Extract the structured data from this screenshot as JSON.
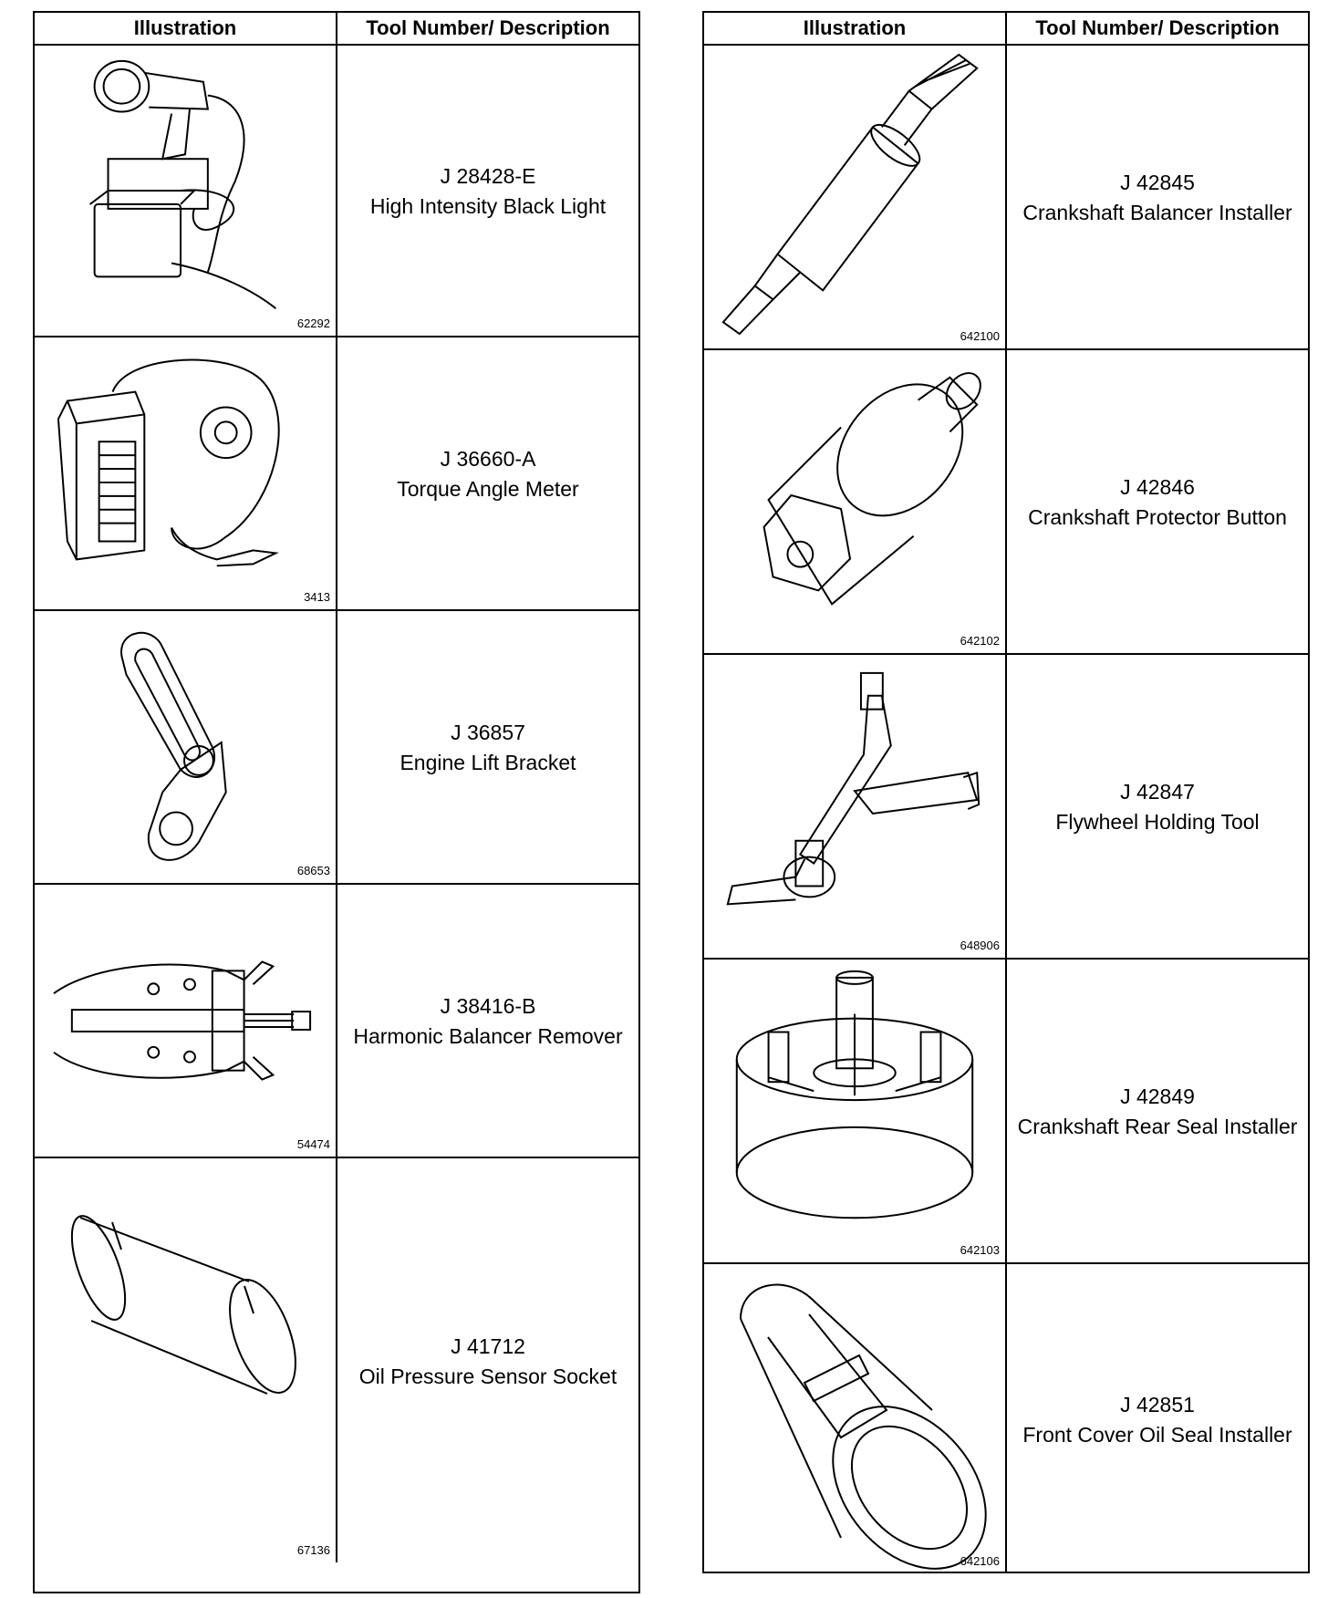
{
  "left_table": {
    "headers": {
      "illustration": "Illustration",
      "description": "Tool Number/ Description"
    },
    "rows": [
      {
        "fig": "62292",
        "number": "J 28428-E",
        "name": "High Intensity Black Light",
        "icon": "black-light-icon"
      },
      {
        "fig": "3413",
        "number": "J 36660-A",
        "name": "Torque Angle Meter",
        "icon": "torque-angle-meter-icon"
      },
      {
        "fig": "68653",
        "number": "J 36857",
        "name": "Engine Lift Bracket",
        "icon": "lift-bracket-icon"
      },
      {
        "fig": "54474",
        "number": "J 38416-B",
        "name": "Harmonic Balancer Remover",
        "icon": "balancer-remover-icon"
      },
      {
        "fig": "67136",
        "number": "J 41712",
        "name": "Oil Pressure Sensor Socket",
        "icon": "sensor-socket-icon"
      }
    ]
  },
  "right_table": {
    "headers": {
      "illustration": "Illustration",
      "description": "Tool Number/ Description"
    },
    "rows": [
      {
        "fig": "642100",
        "number": "J 42845",
        "name": "Crankshaft Balancer Installer",
        "icon": "balancer-installer-icon"
      },
      {
        "fig": "642102",
        "number": "J 42846",
        "name": "Crankshaft Protector Button",
        "icon": "protector-button-icon"
      },
      {
        "fig": "648906",
        "number": "J 42847",
        "name": "Flywheel Holding Tool",
        "icon": "flywheel-holding-tool-icon"
      },
      {
        "fig": "642103",
        "number": "J 42849",
        "name": "Crankshaft Rear Seal Installer",
        "icon": "rear-seal-installer-icon"
      },
      {
        "fig": "642106",
        "number": "J 42851",
        "name": "Front Cover Oil Seal Installer",
        "icon": "front-cover-seal-installer-icon"
      }
    ]
  }
}
